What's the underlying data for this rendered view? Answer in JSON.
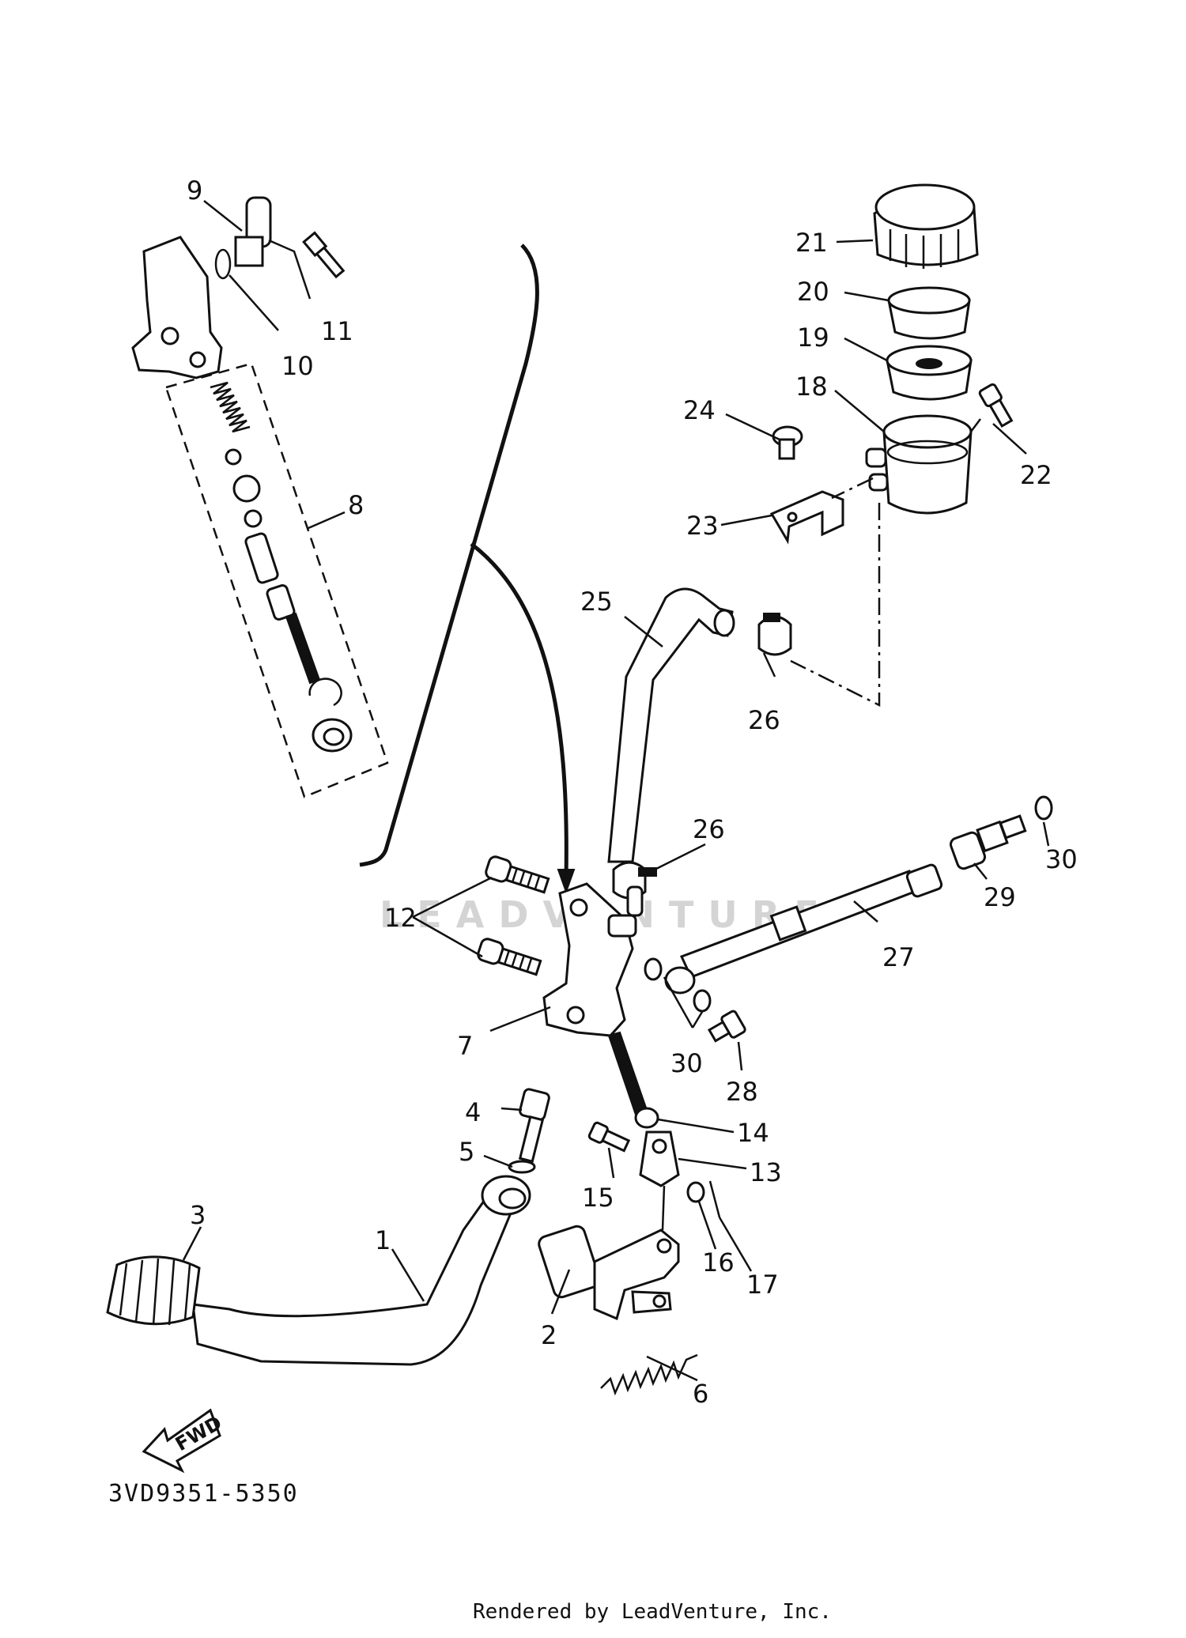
{
  "diagram_code": "3VD9351-5350",
  "footer": "Rendered by LeadVenture, Inc.",
  "watermark": "LEADVENTURE",
  "fwd_label": "FWD",
  "callouts": {
    "c1": "1",
    "c2": "2",
    "c3": "3",
    "c4": "4",
    "c5": "5",
    "c6": "6",
    "c7": "7",
    "c8": "8",
    "c9": "9",
    "c10": "10",
    "c11": "11",
    "c12": "12",
    "c13": "13",
    "c14": "14",
    "c15": "15",
    "c16": "16",
    "c17": "17",
    "c18": "18",
    "c19": "19",
    "c20": "20",
    "c21": "21",
    "c22": "22",
    "c23": "23",
    "c24": "24",
    "c25": "25",
    "c26a": "26",
    "c26b": "26",
    "c27": "27",
    "c28": "28",
    "c29": "29",
    "c30a": "30",
    "c30b": "30"
  },
  "colors": {
    "ink": "#111111",
    "paper": "#ffffff",
    "watermark": "#d4d4d4"
  }
}
